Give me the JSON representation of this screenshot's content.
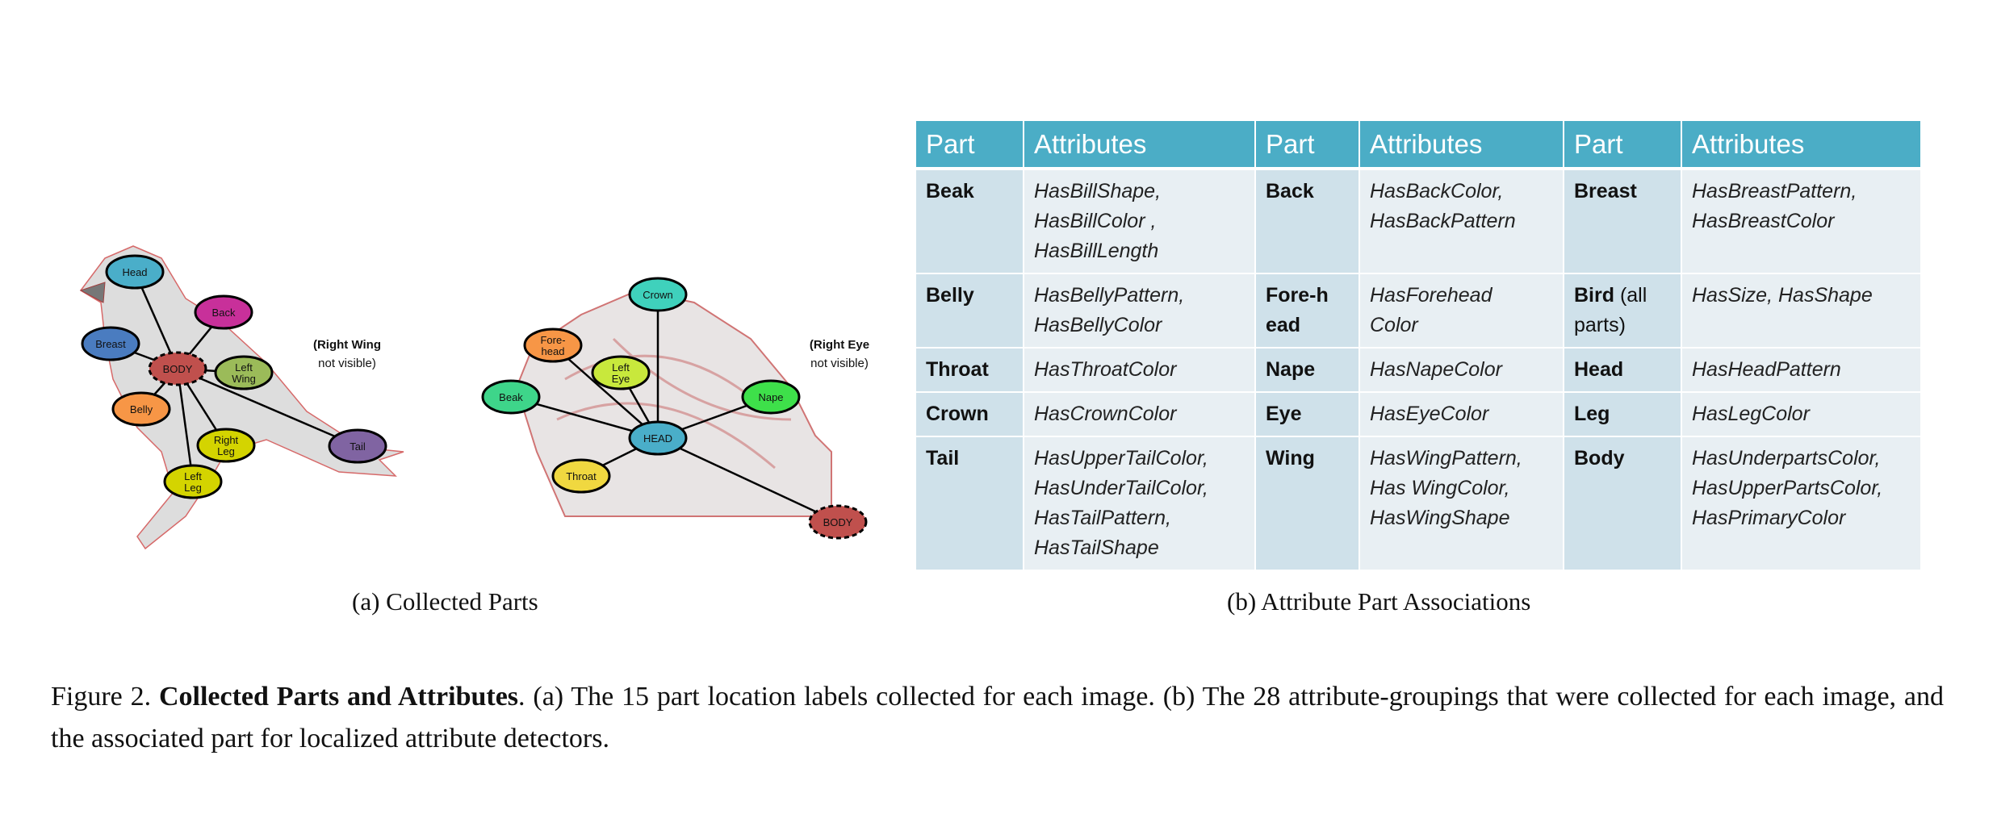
{
  "panel_a": {
    "subcaption": "(a)  Collected Parts",
    "body_nodes": [
      "Head",
      "Back",
      "Breast",
      "BODY",
      "Left Wing",
      "Belly",
      "Right Leg",
      "Tail",
      "Left Leg"
    ],
    "note_line1": "(Right Wing",
    "note_line2": "not visible)"
  },
  "panel_head": {
    "head_nodes": [
      "Crown",
      "Fore-head",
      "Left Eye",
      "Beak",
      "Nape",
      "HEAD",
      "Throat",
      "BODY"
    ],
    "note_line1": "(Right Eye",
    "note_line2": "not visible)"
  },
  "panel_b": {
    "subcaption": "(b)  Attribute Part Associations",
    "headers": [
      "Part",
      "Attributes",
      "Part",
      "Attributes",
      "Part",
      "Attributes"
    ],
    "rows": [
      [
        {
          "part": "Beak",
          "attrs": [
            "HasBillShape,",
            "HasBillColor ,",
            "HasBillLength"
          ]
        },
        {
          "part": "Back",
          "attrs": [
            "HasBackColor,",
            "HasBackPattern"
          ]
        },
        {
          "part": "Breast",
          "attrs": [
            "HasBreastPattern,",
            "HasBreastColor"
          ]
        }
      ],
      [
        {
          "part": "Belly",
          "attrs": [
            "HasBellyPattern,",
            "HasBellyColor"
          ]
        },
        {
          "part": "Fore-head",
          "attrs": [
            "HasForehead",
            "Color"
          ]
        },
        {
          "part": "Bird",
          "part_note": "(all parts)",
          "attrs": [
            "HasSize, HasShape"
          ]
        }
      ],
      [
        {
          "part": "Throat",
          "attrs": [
            "HasThroatColor"
          ]
        },
        {
          "part": "Nape",
          "attrs": [
            "HasNapeColor"
          ]
        },
        {
          "part": "Head",
          "attrs": [
            "HasHeadPattern"
          ]
        }
      ],
      [
        {
          "part": "Crown",
          "attrs": [
            "HasCrownColor"
          ]
        },
        {
          "part": "Eye",
          "attrs": [
            "HasEyeColor"
          ]
        },
        {
          "part": "Leg",
          "attrs": [
            "HasLegColor"
          ]
        }
      ],
      [
        {
          "part": "Tail",
          "attrs": [
            "HasUpperTailColor,",
            "HasUnderTailColor,",
            "HasTailPattern,",
            "HasTailShape"
          ]
        },
        {
          "part": "Wing",
          "attrs": [
            "HasWingPattern,",
            "Has WingColor,",
            "HasWingShape"
          ]
        },
        {
          "part": "Body",
          "attrs": [
            "HasUnderpartsColor,",
            "HasUpperPartsColor,",
            "HasPrimaryColor"
          ]
        }
      ]
    ]
  },
  "caption": {
    "label": "Figure 2.",
    "title": "Collected Parts and Attributes",
    "text": ". (a) The 15 part location labels collected for each image. (b) The 28 attribute-groupings that were collected for each image, and the associated part for localized attribute detectors."
  },
  "colors": {
    "header": "#4badc6",
    "part_cell": "#cfe1ea",
    "attr_cell": "#e8eff3",
    "Head": "#4aaec9",
    "Back": "#c8309a",
    "Breast": "#4a7cc0",
    "BODY": "#c0504d",
    "Left Wing": "#9bbb59",
    "Belly": "#f79646",
    "Right Leg": "#d4d400",
    "Tail": "#8064a2",
    "Left Leg": "#d4d400",
    "Crown": "#3fd1bc",
    "Fore-head": "#f79646",
    "Left Eye": "#c8e83c",
    "Beak": "#3ed58a",
    "Nape": "#3ee04a",
    "HEAD": "#4aaec9",
    "Throat": "#f0d840"
  }
}
